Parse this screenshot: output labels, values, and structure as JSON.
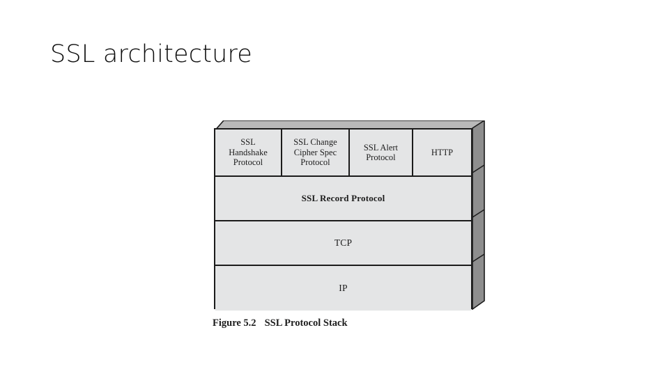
{
  "slide": {
    "title": "SSL architecture",
    "background_color": "#ffffff"
  },
  "figure": {
    "caption_number": "Figure 5.2",
    "caption_title": "SSL Protocol Stack",
    "colors": {
      "cell_fill": "#e4e5e6",
      "outline": "#1b1b1b",
      "bevel_top": "#b9b9b9",
      "side_shadow": "#8e8e8e",
      "text": "#1c1c1c"
    },
    "top_row": [
      {
        "label": "SSL\nHandshake\nProtocol",
        "lines": [
          "SSL",
          "Handshake",
          "Protocol"
        ]
      },
      {
        "label": "SSL Change\nCipher Spec\nProtocol",
        "lines": [
          "SSL Change",
          "Cipher Spec",
          "Protocol"
        ]
      },
      {
        "label": "SSL Alert\nProtocol",
        "lines": [
          "SSL Alert",
          "Protocol"
        ]
      },
      {
        "label": "HTTP",
        "lines": [
          "HTTP"
        ]
      }
    ],
    "layers": [
      {
        "label": "SSL Record Protocol"
      },
      {
        "label": "TCP"
      },
      {
        "label": "IP"
      }
    ]
  }
}
